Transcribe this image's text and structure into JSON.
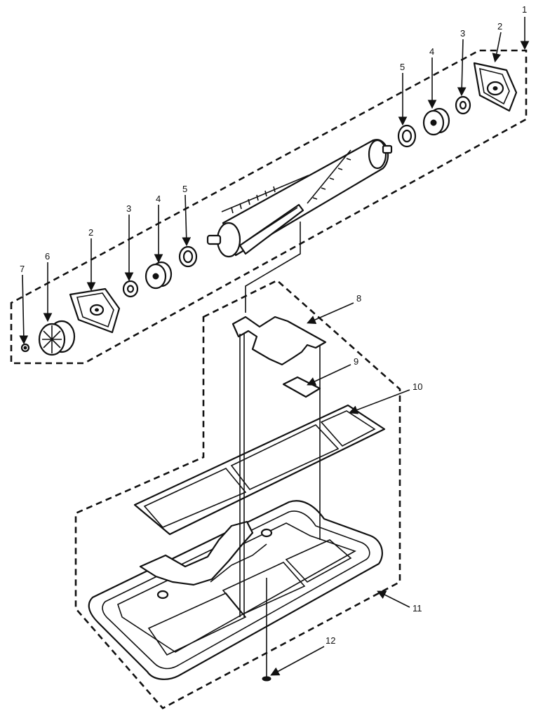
{
  "diagram": {
    "callouts": [
      {
        "id": "c1",
        "text": "1"
      },
      {
        "id": "c2a",
        "text": "2"
      },
      {
        "id": "c2b",
        "text": "2"
      },
      {
        "id": "c3a",
        "text": "3"
      },
      {
        "id": "c3b",
        "text": "3"
      },
      {
        "id": "c4a",
        "text": "4"
      },
      {
        "id": "c4b",
        "text": "4"
      },
      {
        "id": "c5a",
        "text": "5"
      },
      {
        "id": "c5b",
        "text": "5"
      },
      {
        "id": "c6",
        "text": "6"
      },
      {
        "id": "c7",
        "text": "7"
      },
      {
        "id": "c8",
        "text": "8"
      },
      {
        "id": "c9",
        "text": "9"
      },
      {
        "id": "c10",
        "text": "10"
      },
      {
        "id": "c11",
        "text": "11"
      },
      {
        "id": "c12",
        "text": "12"
      }
    ]
  }
}
